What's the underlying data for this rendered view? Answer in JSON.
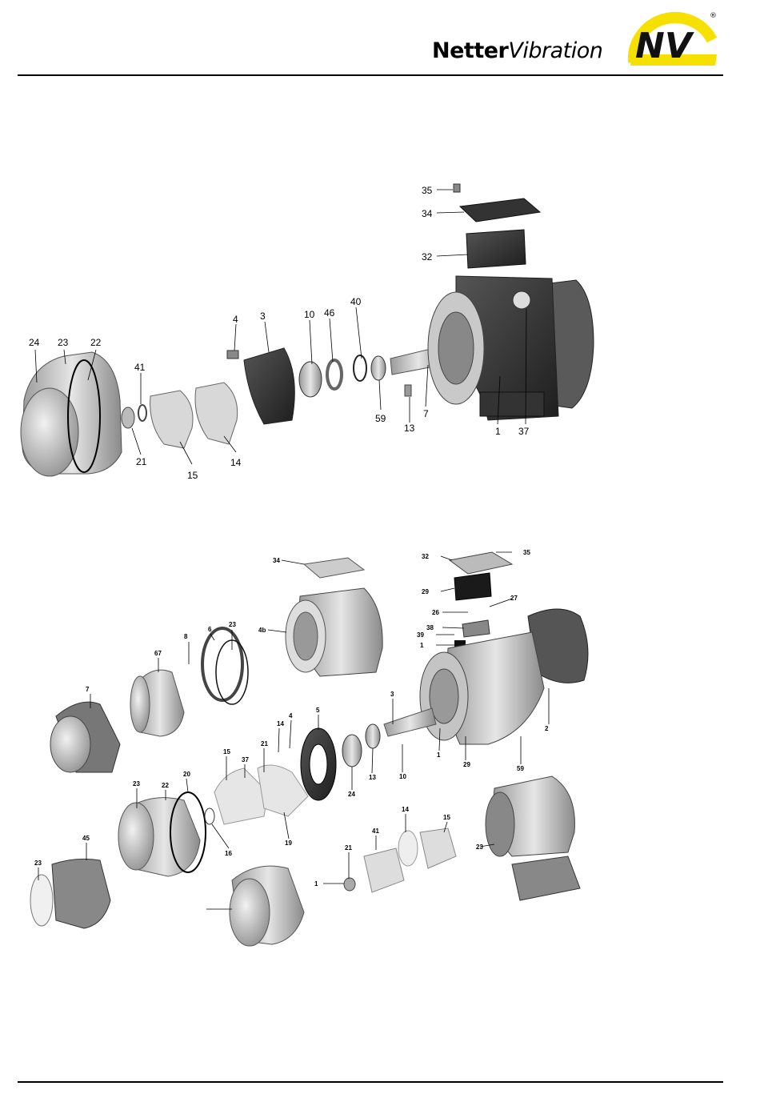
{
  "header": {
    "brand_bold": "Netter",
    "brand_light": "Vibration",
    "logo_text": "NV",
    "logo_mark": "®",
    "logo_colors": {
      "yellow": "#f5e000",
      "dark": "#111111"
    }
  },
  "diagram_top": {
    "callouts": [
      "35",
      "34",
      "32",
      "40",
      "46",
      "10",
      "3",
      "4",
      "24",
      "23",
      "22",
      "41",
      "21",
      "15",
      "14",
      "59",
      "13",
      "7",
      "1",
      "37"
    ]
  },
  "diagram_bottom": {
    "callouts": [
      "34",
      "35",
      "32",
      "29",
      "27",
      "26",
      "38",
      "39",
      "1",
      "4b",
      "8",
      "6",
      "23",
      "67",
      "7",
      "3",
      "5",
      "4",
      "14",
      "21",
      "15",
      "37",
      "2",
      "1",
      "29",
      "59",
      "13",
      "10",
      "24",
      "23",
      "22",
      "20",
      "16",
      "19",
      "14",
      "15",
      "41",
      "21",
      "1",
      "23",
      "45",
      "23"
    ]
  }
}
